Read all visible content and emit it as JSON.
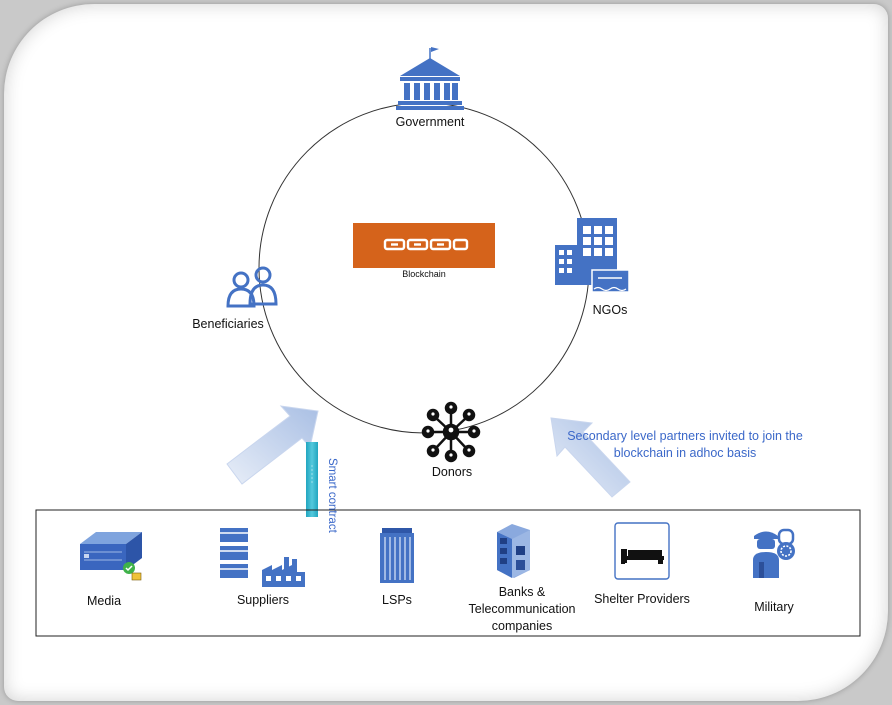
{
  "center": {
    "label": "Blockchain"
  },
  "nodes": {
    "government": "Government",
    "ngos": "NGOs",
    "donors": "Donors",
    "beneficiaries": "Beneficiaries"
  },
  "note": "Secondary level partners invited to join the blockchain in adhoc basis",
  "smart_contract": "Smart contract",
  "partners": [
    "Media",
    "Suppliers",
    "LSPs",
    "Banks & Telecommunication companies",
    "Shelter Providers",
    "Military"
  ],
  "colors": {
    "icon_blue": "#4472c4",
    "arrow_blue": "#b4c7e7",
    "blockchain_orange": "#d5631b",
    "smart_contract_teal": "#31b2c9",
    "note_text": "#3b68c9"
  }
}
